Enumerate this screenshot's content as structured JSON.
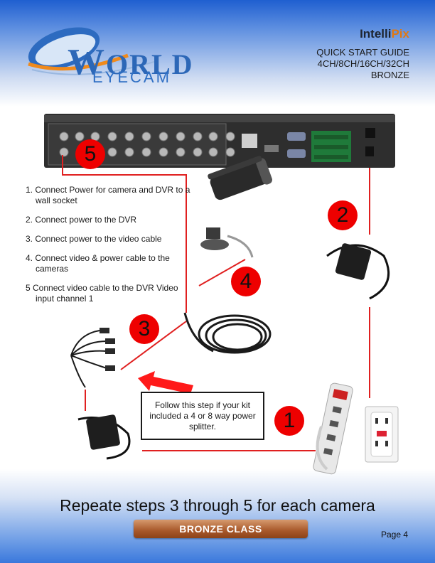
{
  "header": {
    "logo_world": "ORLD",
    "logo_w": "W",
    "logo_eyecam": "EYECAM",
    "brand_a": "Intelli",
    "brand_b": "Pix",
    "guide_lines": [
      "QUICK START GUIDE",
      "4CH/8CH/16CH/32CH",
      "BRONZE"
    ]
  },
  "steps": [
    "1. Connect Power for camera and DVR to a wall socket",
    "2. Connect power to the DVR",
    "3. Connect power to the video cable",
    "4. Connect video & power cable to the cameras",
    "5 Connect video cable to the DVR Video input channel 1"
  ],
  "markers": [
    "1",
    "2",
    "3",
    "4",
    "5"
  ],
  "note": "Follow this step if your kit included a 4 or 8 way power splitter.",
  "footer": {
    "tagline": "Repeate steps 3 through 5 for each camera",
    "badge": "BRONZE CLASS",
    "page": "Page 4"
  },
  "colors": {
    "marker": "#ee0000",
    "line": "#e02020",
    "badge": "#a8582a"
  }
}
